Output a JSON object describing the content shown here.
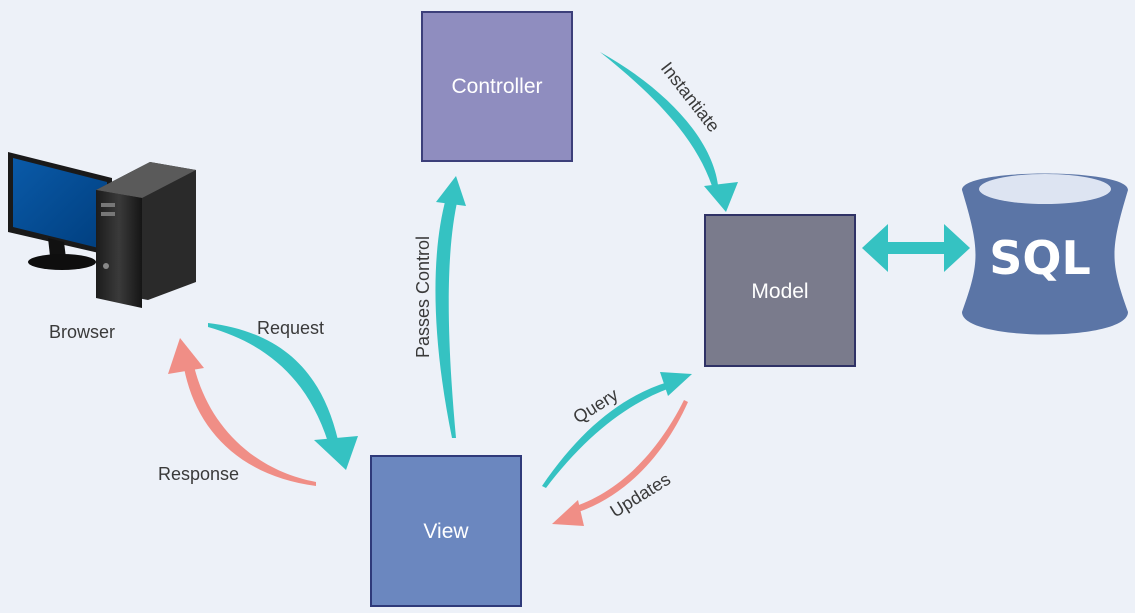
{
  "nodes": {
    "controller": {
      "label": "Controller"
    },
    "model": {
      "label": "Model"
    },
    "view": {
      "label": "View"
    },
    "browser": {
      "label": "Browser"
    },
    "database": {
      "label": "SQL"
    }
  },
  "edges": {
    "instantiate": {
      "label": "Instantiate"
    },
    "passes_control": {
      "label": "Passes Control"
    },
    "request": {
      "label": "Request"
    },
    "response": {
      "label": "Response"
    },
    "query": {
      "label": "Query"
    },
    "updates": {
      "label": "Updates"
    }
  },
  "colors": {
    "controller_fill": "#8f8dbf",
    "model_fill": "#7a7b8c",
    "view_fill": "#6b87bf",
    "database_fill": "#5b75a6",
    "teal_arrow": "#35c2c2",
    "salmon_arrow": "#f08e86",
    "background": "#edf1f8"
  }
}
